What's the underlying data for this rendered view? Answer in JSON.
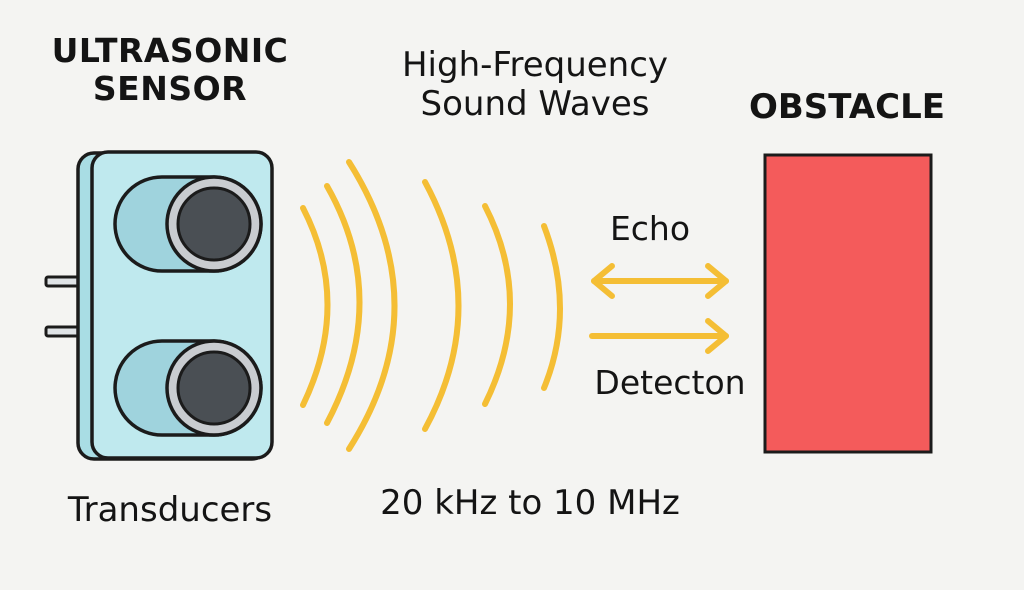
{
  "labels": {
    "sensor_title_line1": "ULTRASONIC",
    "sensor_title_line2": "SENSOR",
    "waves_title_line1": "High-Frequency",
    "waves_title_line2": "Sound Waves",
    "obstacle_title": "OBSTACLE",
    "echo": "Echo",
    "detection": "Detecton",
    "transducers": "Transducers",
    "frequency_range": "20 kHz to 10 MHz"
  },
  "colors": {
    "background": "#f4f4f2",
    "sensor_body": "#bfe9ee",
    "transducer_cup": "#9fd3dd",
    "transducer_core": "#4a4f54",
    "transducer_ring": "#c9ccd0",
    "waves": "#f4be35",
    "arrows": "#f4be35",
    "obstacle": "#f45b5b",
    "outline": "#1b1b1b"
  }
}
